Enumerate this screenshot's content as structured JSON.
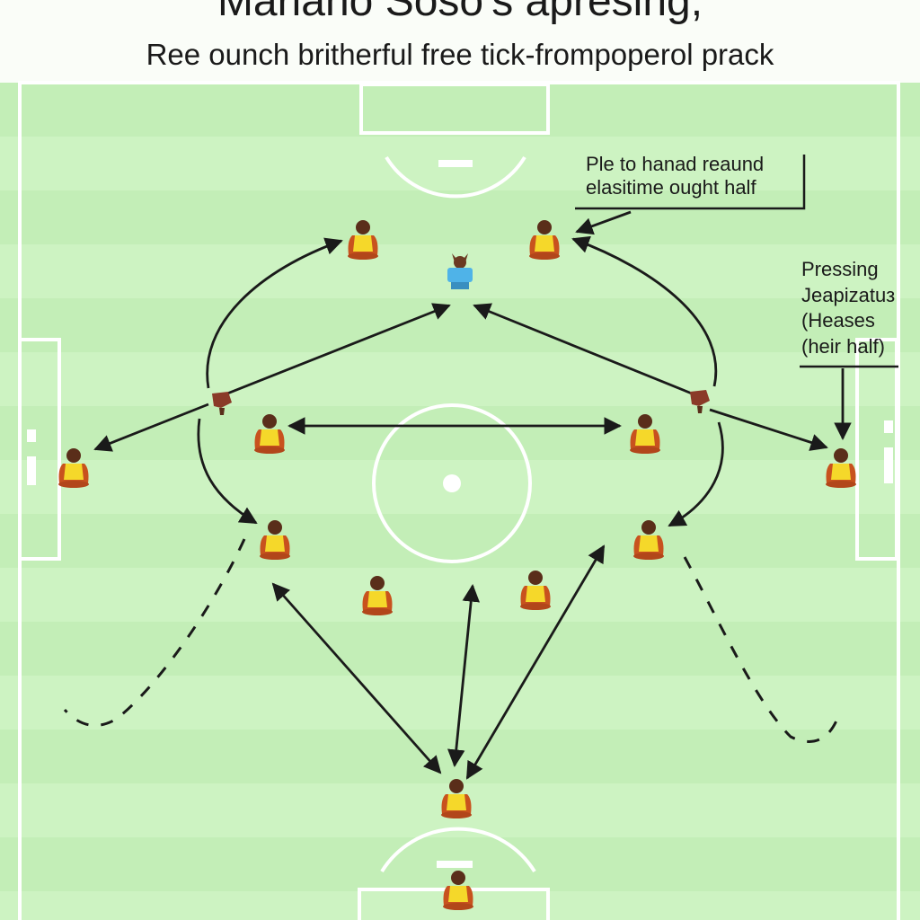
{
  "title": "Mariano Soso's apresing,",
  "subtitle": "Ree ounch britherful free tick-frompoperol prack",
  "annotations": {
    "top_right": [
      "Ple to hanad reaund",
      "elasitime ought half"
    ],
    "side_right": [
      "Pressing",
      "Jeapizatuз",
      "(Heases",
      "(heir half)"
    ]
  },
  "colors": {
    "grass_light": "#cdf3c2",
    "grass_dark": "#c3eeb7",
    "lines": "#ffffff",
    "player_shirt": "#f5d82a",
    "player_trim": "#c8521e",
    "player_skin": "#5a2e1a",
    "goalkeeper_shirt": "#4fb3e8",
    "arrow": "#1a1a1a"
  },
  "players": [
    {
      "id": "p1",
      "role": "outfield"
    },
    {
      "id": "p2",
      "role": "outfield"
    },
    {
      "id": "gk",
      "role": "goalkeeper"
    },
    {
      "id": "p3",
      "role": "outfield"
    },
    {
      "id": "p4",
      "role": "outfield"
    },
    {
      "id": "p5",
      "role": "outfield"
    },
    {
      "id": "p6",
      "role": "outfield"
    },
    {
      "id": "p7",
      "role": "outfield"
    },
    {
      "id": "p8",
      "role": "outfield"
    },
    {
      "id": "p9",
      "role": "outfield"
    },
    {
      "id": "p10",
      "role": "outfield"
    },
    {
      "id": "p11",
      "role": "outfield"
    },
    {
      "id": "p12",
      "role": "outfield"
    },
    {
      "id": "p13",
      "role": "outfield"
    }
  ]
}
